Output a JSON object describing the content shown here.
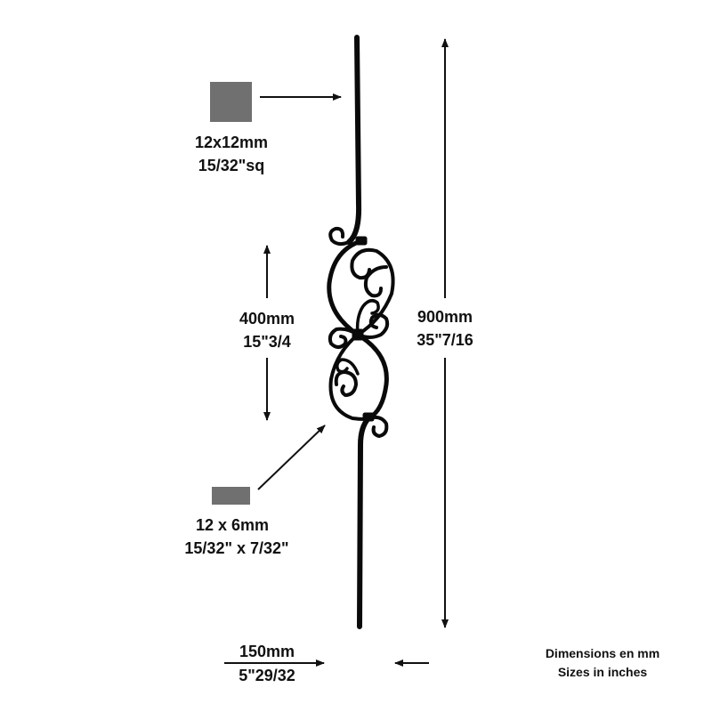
{
  "colors": {
    "iron": "#0a0a0a",
    "section_fill": "#707070",
    "ink": "#111111"
  },
  "top_section": {
    "metric": "12x12mm",
    "imperial": "15/32\"sq"
  },
  "bottom_section": {
    "metric": "12 x 6mm",
    "imperial": "15/32\" x 7/32\""
  },
  "scroll_height": {
    "metric": "400mm",
    "imperial": "15\"3/4"
  },
  "total_height": {
    "metric": "900mm",
    "imperial": "35\"7/16"
  },
  "width": {
    "metric": "150mm",
    "imperial": "5\"29/32"
  },
  "legend": {
    "line1": "Dimensions en mm",
    "line2": "Sizes in inches"
  }
}
